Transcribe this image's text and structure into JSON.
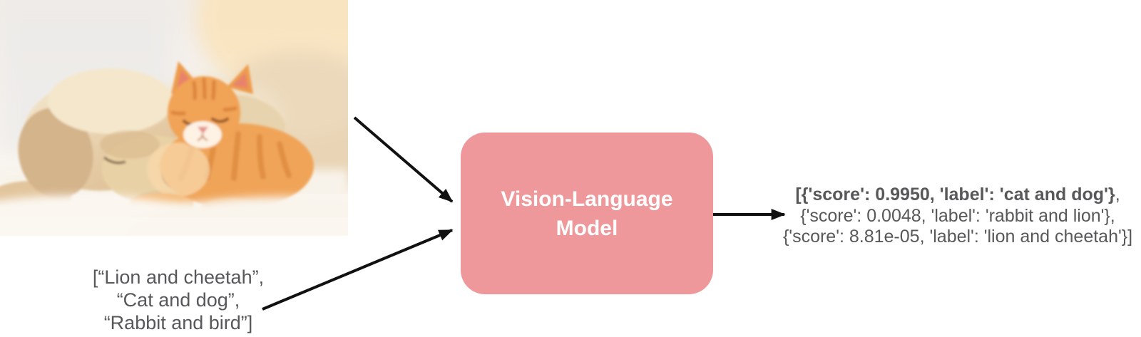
{
  "photo": {
    "description": "Sleeping cream-colored puppy with an orange tabby kitten napping on its head, lying on a white fluffy blanket"
  },
  "text_prompts": {
    "line1": "[“Lion and cheetah”,",
    "line2": "“Cat and dog”,",
    "line3": "“Rabbit and bird”]"
  },
  "model_box": {
    "line1": "Vision-Language",
    "line2": "Model",
    "fill_color": "#EE989B",
    "text_color": "#FFFFFF"
  },
  "output": {
    "line1_bold": "[{'score': 0.9950, 'label': 'cat and dog'}",
    "line1_tail": ",",
    "line2": "{'score': 0.0048, 'label': 'rabbit and lion'},",
    "line3": "{'score': 8.81e-05, 'label': 'lion and cheetah'}]",
    "text_color": "#58585A"
  },
  "arrows": {
    "color": "#111111"
  }
}
